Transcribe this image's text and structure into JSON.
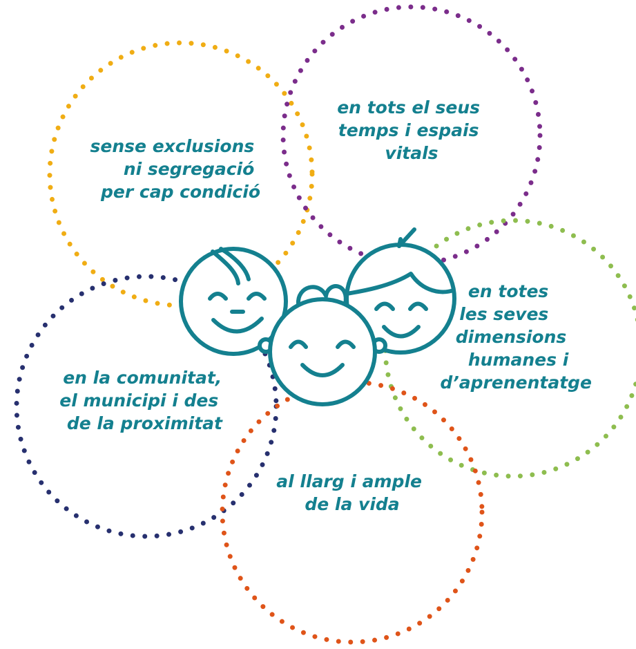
{
  "colors": {
    "text": "#14808f",
    "face_line": "#14808f",
    "ring_exclusion": "#f0ad14",
    "ring_time_space": "#7b2d8b",
    "ring_dimensions": "#8ebd4f",
    "ring_community": "#27306f",
    "ring_life": "#df5419"
  },
  "icons": [
    "three-children-faces-icon"
  ],
  "circles": [
    {
      "id": "exclusion",
      "color": "#f0ad14",
      "lines": [
        "sense exclusions",
        "ni segregació",
        "per cap condició"
      ]
    },
    {
      "id": "time-space",
      "color": "#7b2d8b",
      "lines": [
        "en tots el seus",
        "temps i espais",
        "vitals"
      ]
    },
    {
      "id": "dimensions",
      "color": "#8ebd4f",
      "lines": [
        "en totes",
        "les seves",
        "dimensions",
        "humanes i",
        "d’aprenentatge"
      ]
    },
    {
      "id": "community",
      "color": "#27306f",
      "lines": [
        "en la comunitat,",
        "el municipi i des",
        "de la proximitat"
      ]
    },
    {
      "id": "life",
      "color": "#df5419",
      "lines": [
        "al llarg i ample",
        "de la vida"
      ]
    }
  ]
}
